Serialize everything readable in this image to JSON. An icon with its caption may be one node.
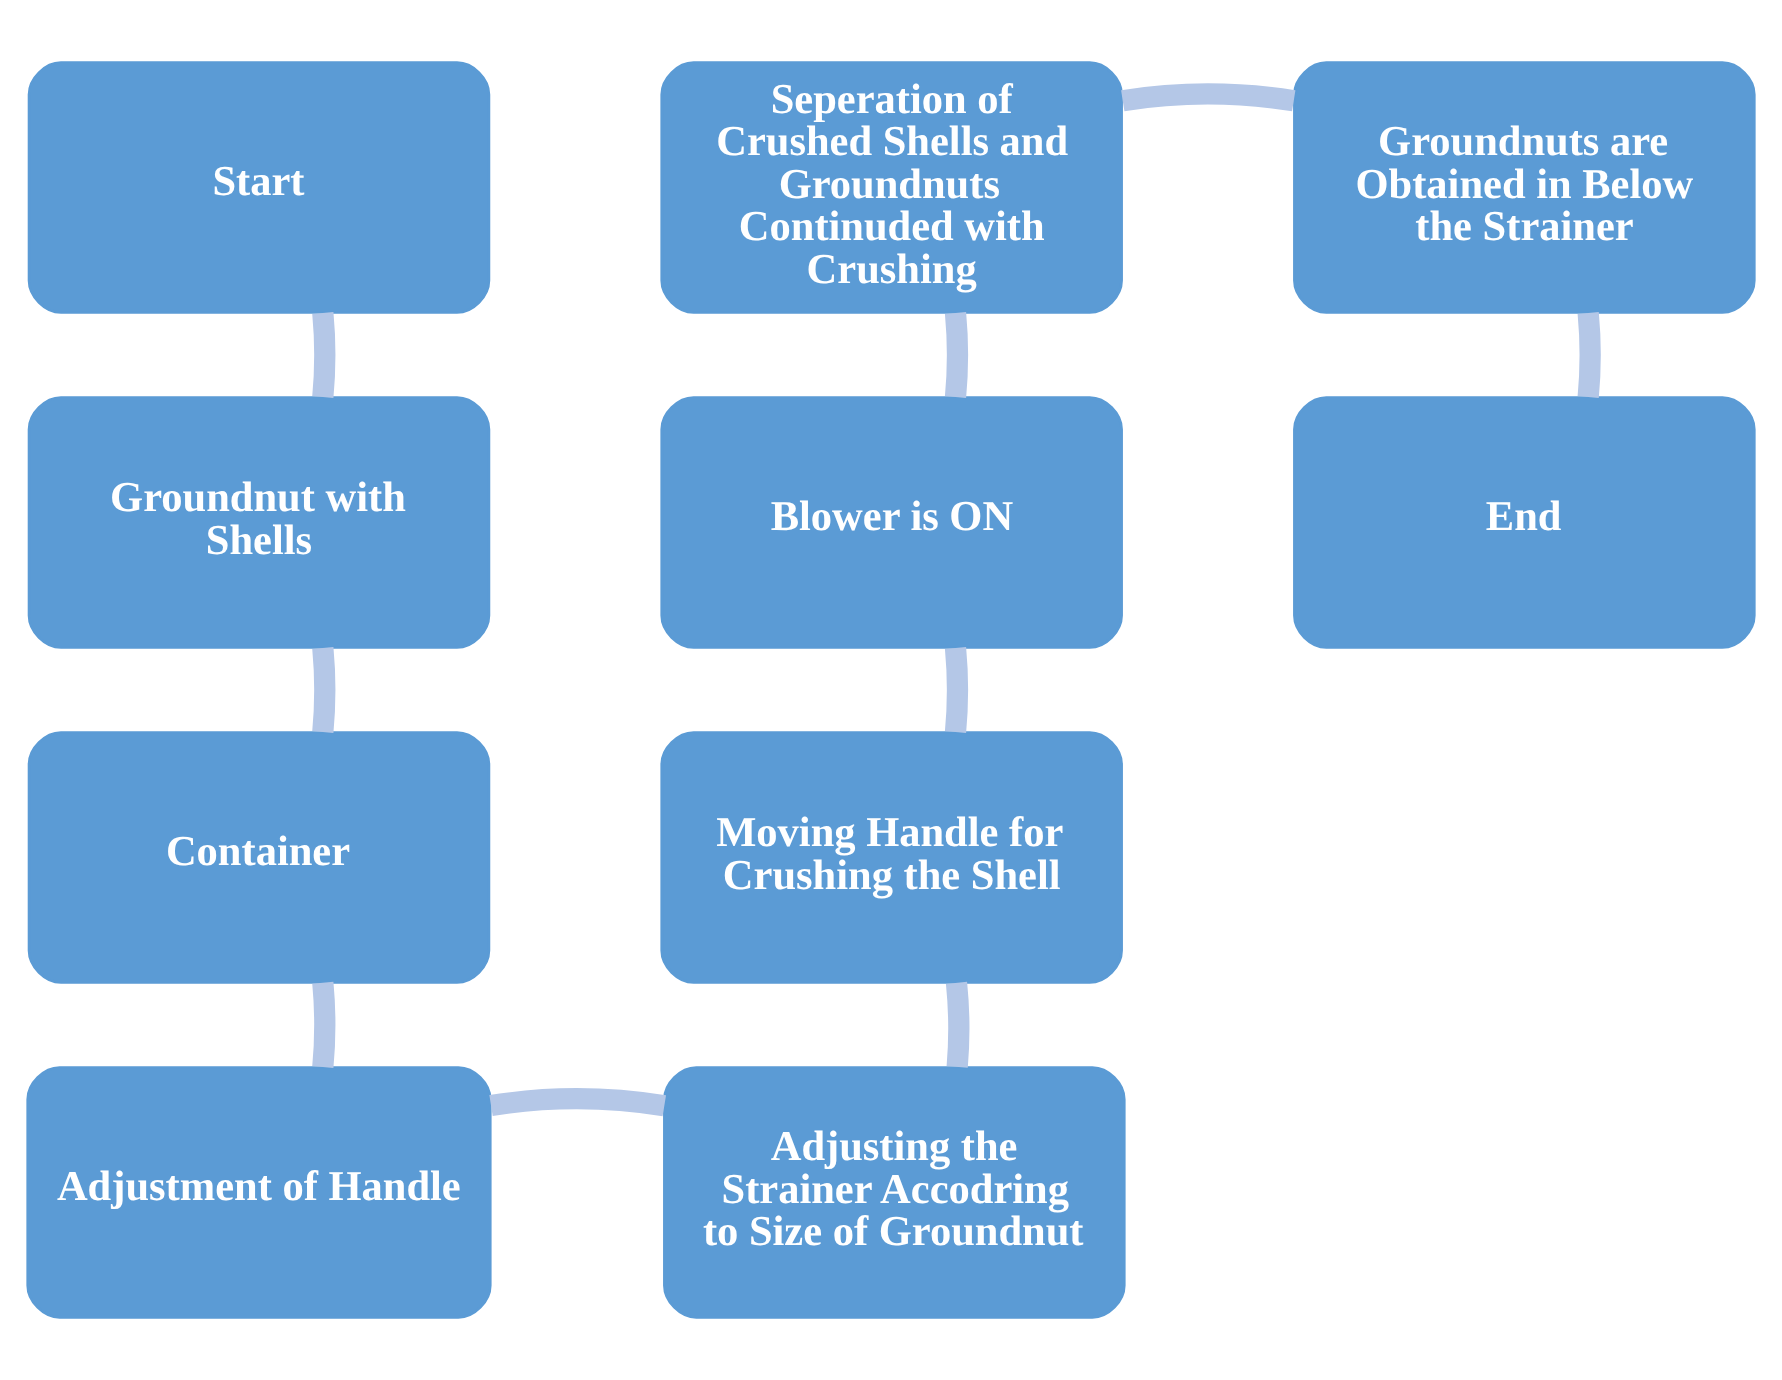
{
  "diagram": {
    "nodes": [
      {
        "text": [
          "Start"
        ]
      },
      {
        "text": [
          "Groundnut with Shells"
        ]
      },
      {
        "text": [
          "Container"
        ]
      },
      {
        "text": [
          "Adjustment of Handle"
        ]
      },
      {
        "text": [
          "Adjusting the Strainer Accodring to Size of Groundnut"
        ]
      },
      {
        "text": [
          "Moving Handle for Crushing the Shell"
        ]
      },
      {
        "text": [
          "Blower is ON"
        ]
      },
      {
        "text": [
          "Seperation of Crushed Shells and Groundnuts Continuded with Crushing"
        ]
      },
      {
        "text": [
          "Groundnuts are Obtained in Below the Strainer"
        ]
      },
      {
        "text": [
          "End"
        ]
      }
    ],
    "edges": [
      {
        "from": 0,
        "to": 1,
        "arrow": "none"
      },
      {
        "from": 1,
        "to": 2,
        "arrow": "none"
      },
      {
        "from": 2,
        "to": 3,
        "arrow": "none"
      },
      {
        "from": 3,
        "to": 4,
        "arrow": "none"
      },
      {
        "from": 4,
        "to": 5,
        "arrow": "none"
      },
      {
        "from": 5,
        "to": 6,
        "arrow": "none"
      },
      {
        "from": 6,
        "to": 7,
        "arrow": "none"
      },
      {
        "from": 7,
        "to": 8,
        "arrow": "none"
      },
      {
        "from": 8,
        "to": 9,
        "arrow": "none"
      }
    ]
  }
}
